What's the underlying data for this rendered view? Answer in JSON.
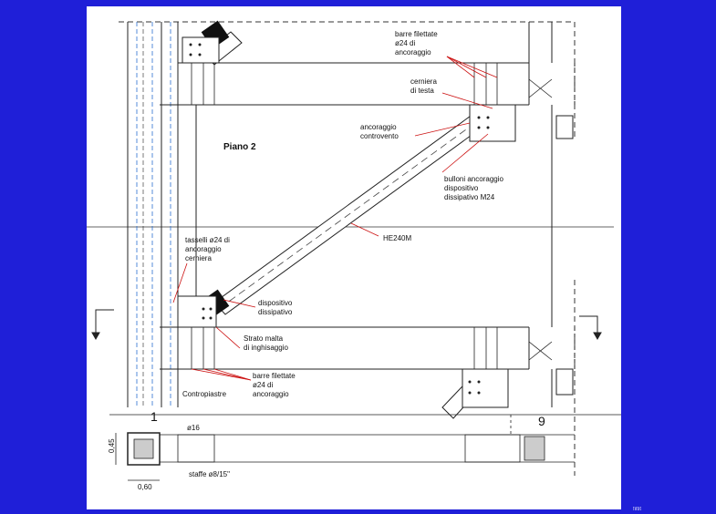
{
  "slide": {
    "background": "#1f1fd8"
  },
  "drawing": {
    "floor_title": "Piano 2",
    "labels": {
      "barre_top_1": "barre filettate",
      "barre_top_2": "ø24 di",
      "barre_top_3": "ancoraggio",
      "cerniera_1": "cerniera",
      "cerniera_2": "di testa",
      "controvento_1": "ancoraggio",
      "controvento_2": "controvento",
      "bulloni_1": "bulloni ancoraggio",
      "bulloni_2": "dispositivo",
      "bulloni_3": "dissipativo M24",
      "beam": "HE240M",
      "tasselli_1": "tasselli ø24 di",
      "tasselli_2": "ancoraggio",
      "tasselli_3": "cerniera",
      "dispositivo_1": "dispositivo",
      "dispositivo_2": "dissipativo",
      "strato_1": "Strato malta",
      "strato_2": "di inghisaggio",
      "barre_bot_1": "barre filettate",
      "barre_bot_2": "ø24 di",
      "barre_bot_3": "ancoraggio",
      "contropiastre": "Contropiastre",
      "rebar_dia": "ø16",
      "stirrups": "staffe ø8/15\"",
      "dim_height": "0,45",
      "dim_width": "0,60"
    },
    "axis_left": "1",
    "axis_right": "9"
  },
  "footer_mark": "filtit"
}
